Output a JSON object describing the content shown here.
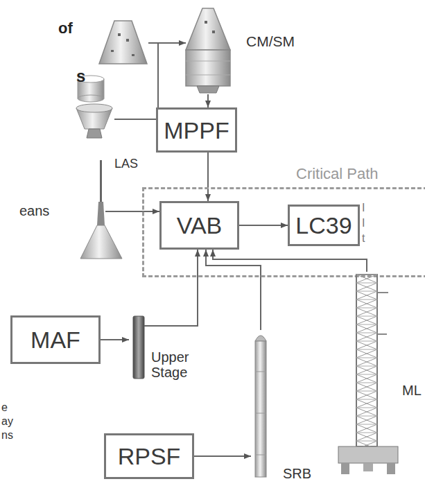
{
  "diagram": {
    "nodes": [
      {
        "text": [
          "CM/SM"
        ]
      },
      {
        "text": [
          "MPPF"
        ]
      },
      {
        "text": [
          "LAS"
        ]
      },
      {
        "text": [
          "Critical Path"
        ]
      },
      {
        "text": [
          "VAB"
        ],
        "in": 3
      },
      {
        "text": [
          "LC39"
        ],
        "in": 3
      },
      {
        "text": [
          "MAF"
        ]
      },
      {
        "text": [
          "Upper Stage"
        ]
      },
      {
        "text": [
          "RPSF"
        ]
      },
      {
        "text": [
          "SRB"
        ]
      },
      {
        "text": [
          "ML"
        ]
      }
    ],
    "edges": [
      {
        "from": 0,
        "to": 1,
        "arrow": "to"
      },
      {
        "from": 1,
        "to": 4,
        "arrow": "to"
      },
      {
        "from": 2,
        "to": 4,
        "arrow": "to"
      },
      {
        "from": 4,
        "to": 5,
        "arrow": "to"
      },
      {
        "from": 6,
        "to": 7,
        "arrow": "to"
      },
      {
        "from": 7,
        "to": 4,
        "arrow": "to"
      },
      {
        "from": 8,
        "to": 9,
        "arrow": "to"
      },
      {
        "from": 9,
        "to": 4,
        "arrow": "to"
      },
      {
        "from": 10,
        "to": 4,
        "arrow": "to"
      }
    ],
    "labels": [
      "of",
      "s",
      "eans",
      "I",
      "I",
      "t",
      "e",
      "ay",
      "ns"
    ]
  }
}
